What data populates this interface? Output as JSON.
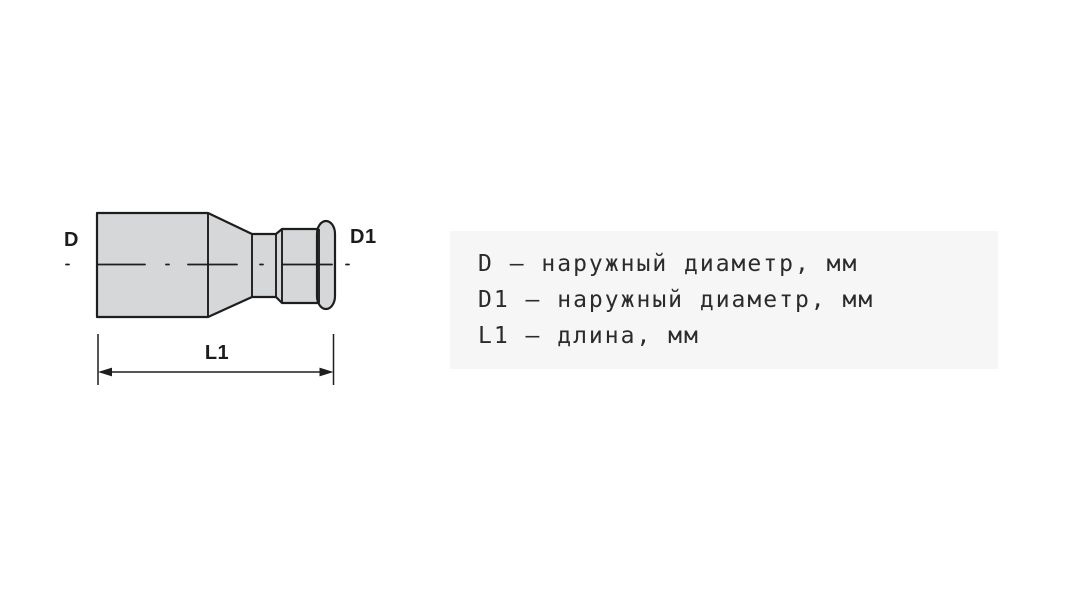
{
  "diagram": {
    "label_d": "D",
    "label_d1": "D1",
    "label_l1": "L1"
  },
  "legend": {
    "lines": [
      "D – наружный диаметр, мм",
      "D1 – наружный диаметр, мм",
      "L1 – длина, мм"
    ]
  },
  "colors": {
    "line_color": "#1e1e1e",
    "fitting_fill": "#d6d7d8",
    "legend_bg": "#f6f6f7",
    "text_color": "#2b2b2b",
    "label_color": "#1c1c1c",
    "page_bg": "#ffffff"
  }
}
